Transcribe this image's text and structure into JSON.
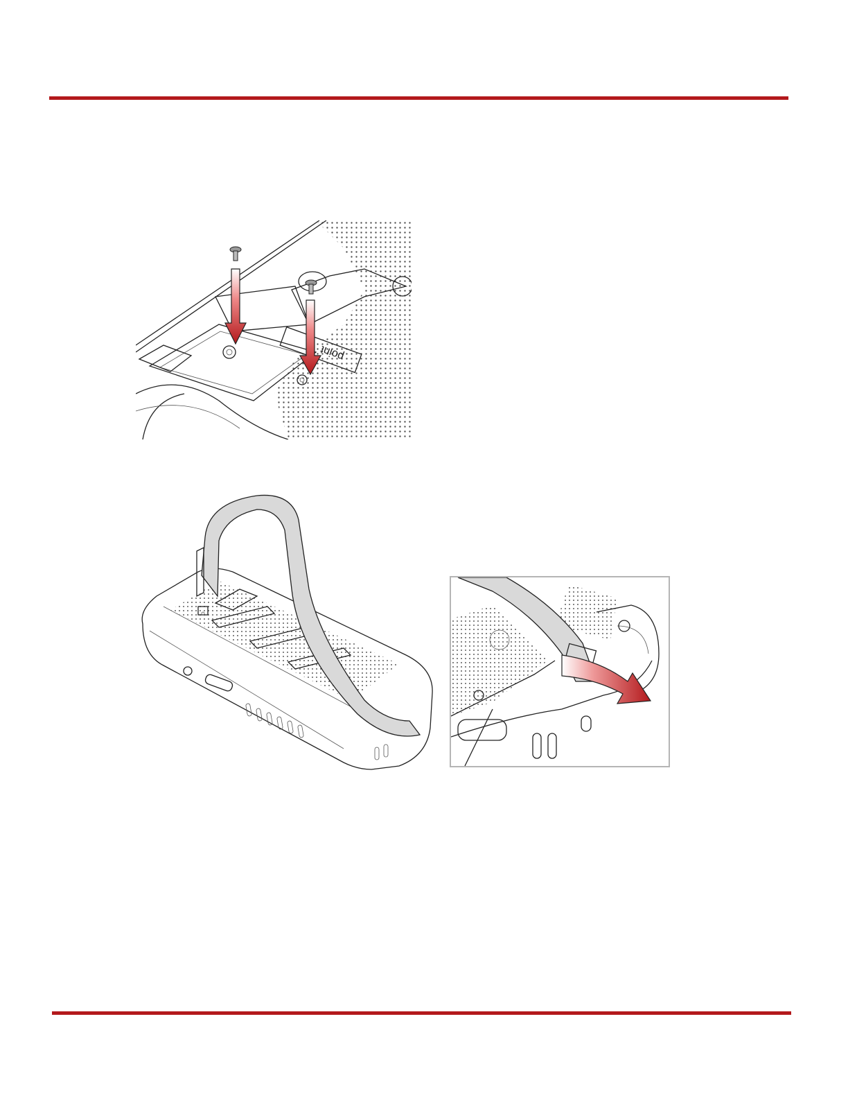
{
  "page": {
    "accent_color": "#b3191c",
    "figures": [
      {
        "id": "fig1",
        "desc_icon": "screw-attach-bracket",
        "engraving": "point"
      },
      {
        "id": "fig2",
        "desc_icon": "hand-strap-device"
      },
      {
        "id": "fig3",
        "desc_icon": "strap-thread-detail"
      }
    ]
  }
}
